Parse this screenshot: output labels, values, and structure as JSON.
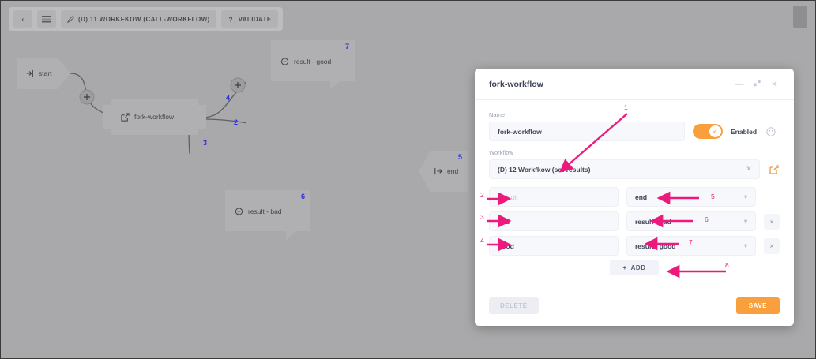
{
  "toolbar": {
    "back_label": "‹",
    "menu_icon": "menu-icon",
    "workflow_chip_label": "(D) 11 WORKFKOW (CALL-WORKFLOW)",
    "workflow_chip_icon": "pencil-icon",
    "validate_label": "VALIDATE",
    "validate_icon": "question-icon"
  },
  "canvas": {
    "nodes": [
      {
        "id": "start",
        "label": "start",
        "icon": "enter-arrow-icon",
        "badge": ""
      },
      {
        "id": "fork",
        "label": "fork-workflow",
        "icon": "external-link-icon",
        "badge": ""
      },
      {
        "id": "result-good",
        "label": "result - good",
        "icon": "message-icon",
        "badge": "7"
      },
      {
        "id": "result-bad",
        "label": "result - bad",
        "icon": "message-icon",
        "badge": "6"
      },
      {
        "id": "end",
        "label": "end",
        "icon": "exit-arrow-icon",
        "badge": "5"
      }
    ],
    "edge_labels": [
      "4",
      "2",
      "3"
    ]
  },
  "dialog": {
    "title": "fork-workflow",
    "controls": {
      "minimize": "—",
      "maximize": "maximize-icon",
      "close": "×"
    },
    "name_field": {
      "label": "Name",
      "value": "fork-workflow"
    },
    "toggle": {
      "state_label": "Enabled",
      "checkmark": "✓",
      "color": "#f9a03c"
    },
    "palette_icon": "palette-icon",
    "workflow_field": {
      "label": "Workflow",
      "value": "(D) 12 Workfkow (set-results)",
      "clear_icon": "×",
      "open_icon": "external-link-icon"
    },
    "mappings": [
      {
        "key": "",
        "key_placeholder": "default",
        "value": "result",
        "value_display": "end",
        "deletable": false
      },
      {
        "key": "bad",
        "key_placeholder": "",
        "value": "result",
        "value_display": "result - bad",
        "deletable": true
      },
      {
        "key": "good",
        "key_placeholder": "",
        "value": "result",
        "value_display": "result - good",
        "deletable": true
      }
    ],
    "add_button": {
      "label": "ADD",
      "plus": "+"
    },
    "footer": {
      "delete_label": "DELETE",
      "save_label": "SAVE"
    }
  },
  "annotations": [
    {
      "num": "1"
    },
    {
      "num": "2"
    },
    {
      "num": "3"
    },
    {
      "num": "4"
    },
    {
      "num": "5"
    },
    {
      "num": "6"
    },
    {
      "num": "7"
    },
    {
      "num": "8"
    }
  ],
  "colors": {
    "accent_orange": "#f9a03c",
    "annotation_pink": "#ec1a7c",
    "edge_label_blue": "#2b2be0",
    "canvas_gray": "#a9a9ab"
  }
}
